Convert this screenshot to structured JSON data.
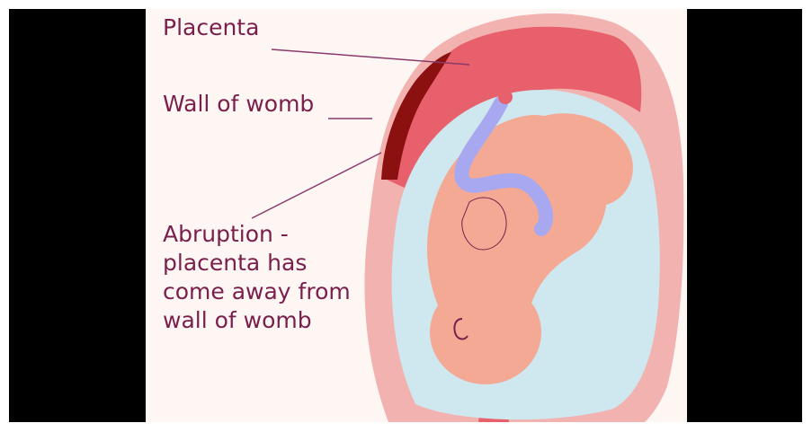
{
  "labels": {
    "placenta": "Placenta",
    "wall_of_womb": "Wall of womb",
    "abruption": [
      "Abruption -",
      "placenta has",
      "come away from",
      "wall of womb"
    ]
  },
  "colors": {
    "label_text": "#7a1f4c",
    "leader_line": "#8a3a6a",
    "womb_wall": "#f2b2b0",
    "placenta": "#e8606b",
    "abruption_bleed": "#8b1010",
    "amniotic_fluid": "#cfe7ee",
    "fetus_skin": "#f4a995",
    "umbilical_cord": "#a8a8f0"
  }
}
